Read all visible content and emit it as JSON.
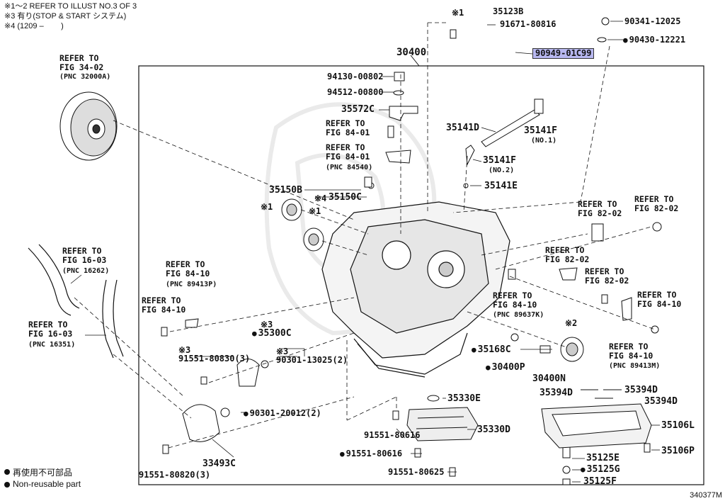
{
  "header": {
    "line1": "※1〜2 REFER TO ILLUST NO.3 OF 3",
    "line2": "※3 有り(STOP & START システム)",
    "line3": "※4 (1209 –        )"
  },
  "legend": {
    "jp": "再使用不可部品",
    "en": "Non-reusable part"
  },
  "drawing_code": "340377M",
  "parts": {
    "p35123B": "35123B",
    "p91671": "91671-80816",
    "p90949": "90949-01C99",
    "p90341": "90341-12025",
    "p90430": "90430-12221",
    "p30400": "30400",
    "p94130": "94130-00802",
    "p94512": "94512-00800",
    "p35572C": "35572C",
    "p35141D": "35141D",
    "p35141F1": "35141F",
    "p35141F1n": "(NO.1)",
    "p35141F2": "35141F",
    "p35141F2n": "(NO.2)",
    "p35141E": "35141E",
    "p35150B": "35150B",
    "p35150C": "35150C",
    "p35300C": "35300C",
    "p91551_830": "91551-80830(3)",
    "p90301_13025": "90301-13025(2)",
    "p35168C": "35168C",
    "p30400P": "30400P",
    "p30400N": "30400N",
    "p35394D_a": "35394D",
    "p35394D_b": "35394D",
    "p35394D_c": "35394D",
    "p90301_20012": "90301-20012(2)",
    "p35330E": "35330E",
    "p91551_616a": "91551-80616",
    "p35330D": "35330D",
    "p91551_616b": "91551-80616",
    "p91551_625": "91551-80625",
    "p33493C": "33493C",
    "p91551_820": "91551-80820(3)",
    "p35106L": "35106L",
    "p35125E": "35125E",
    "p35106P": "35106P",
    "p35125G": "35125G",
    "p35125F": "35125F"
  },
  "notes": {
    "n1": "※1",
    "n1b": "※1",
    "n1c": "※1",
    "n2": "※2",
    "n3a": "※3",
    "n3b": "※3",
    "n3c": "※3",
    "n4": "※4"
  },
  "refs": {
    "r3402": "REFER TO\nFIG 34-02",
    "r3402p": "(PNC 32000A)",
    "r8401a": "REFER TO\nFIG 84-01",
    "r8401b": "REFER TO\nFIG 84-01",
    "r8401bp": "(PNC 84540)",
    "r8202a": "REFER TO\nFIG 82-02",
    "r8202b": "REFER TO\nFIG 82-02",
    "r8202c": "REFER TO\nFIG 82-02",
    "r8202d": "REFER TO\nFIG 82-02",
    "r1603a": "REFER TO\nFIG 16-03",
    "r1603ap": "(PNC 16262)",
    "r1603b": "REFER TO\nFIG 16-03",
    "r1603bp": "(PNC 16351)",
    "r8410a": "REFER TO\nFIG 84-10",
    "r8410ap": "(PNC 89413P)",
    "r8410b": "REFER TO\nFIG 84-10",
    "r8410c": "REFER TO\nFIG 84-10",
    "r8410cp": "(PNC 89637K)",
    "r8410d": "REFER TO\nFIG 84-10",
    "r8410e": "REFER TO\nFIG 84-10",
    "r8410ep": "(PNC 89413M)"
  }
}
